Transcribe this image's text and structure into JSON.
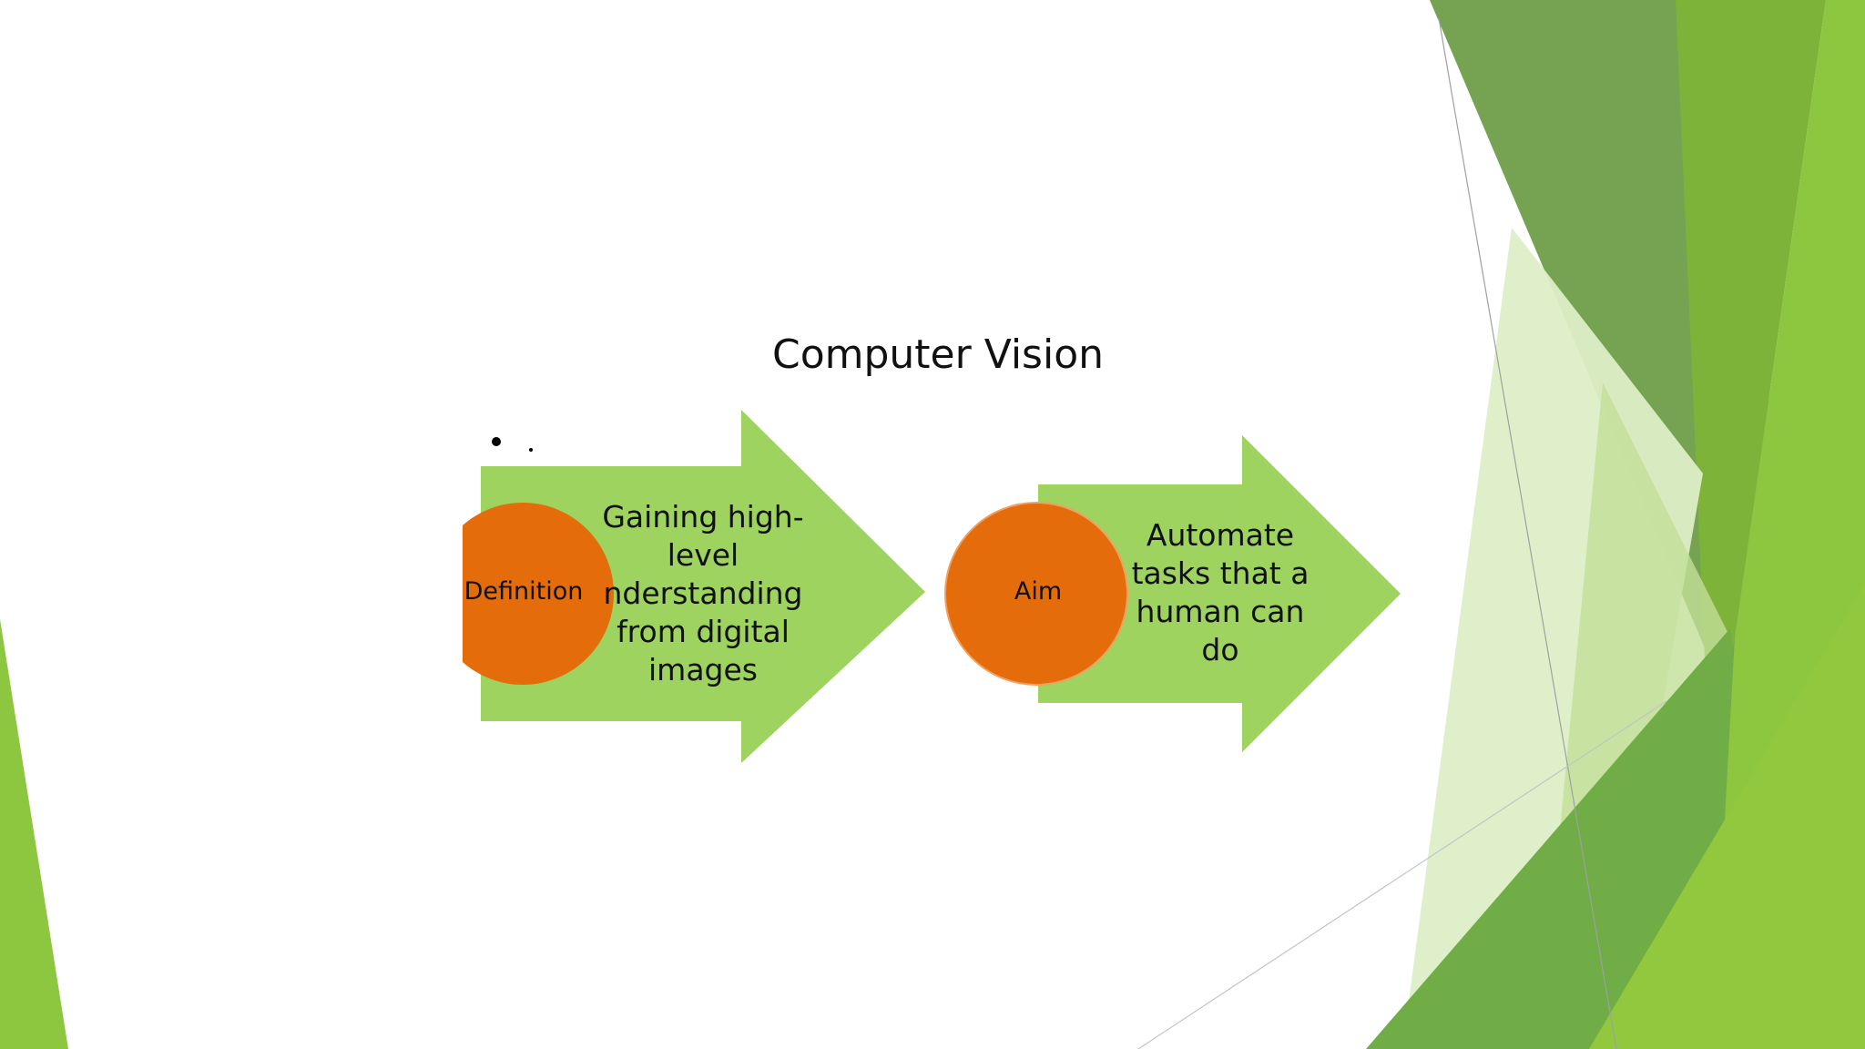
{
  "slide": {
    "title": "Computer Vision",
    "stage1": {
      "circle_label": "Definition",
      "arrow_lines": [
        "Gaining high-",
        "level",
        "nderstanding",
        "from digital",
        "images"
      ]
    },
    "stage2": {
      "circle_label": "Aim",
      "arrow_lines": [
        "Automate",
        "tasks that a",
        "human can",
        "do"
      ]
    },
    "colors": {
      "arrow_green": "#9ED35F",
      "circle_orange": "#E46C0A",
      "dark_green": "#6A9A46",
      "mid_green": "#7DB53C",
      "light_green": "#D9EBBE",
      "bright_green": "#96C93D"
    }
  }
}
